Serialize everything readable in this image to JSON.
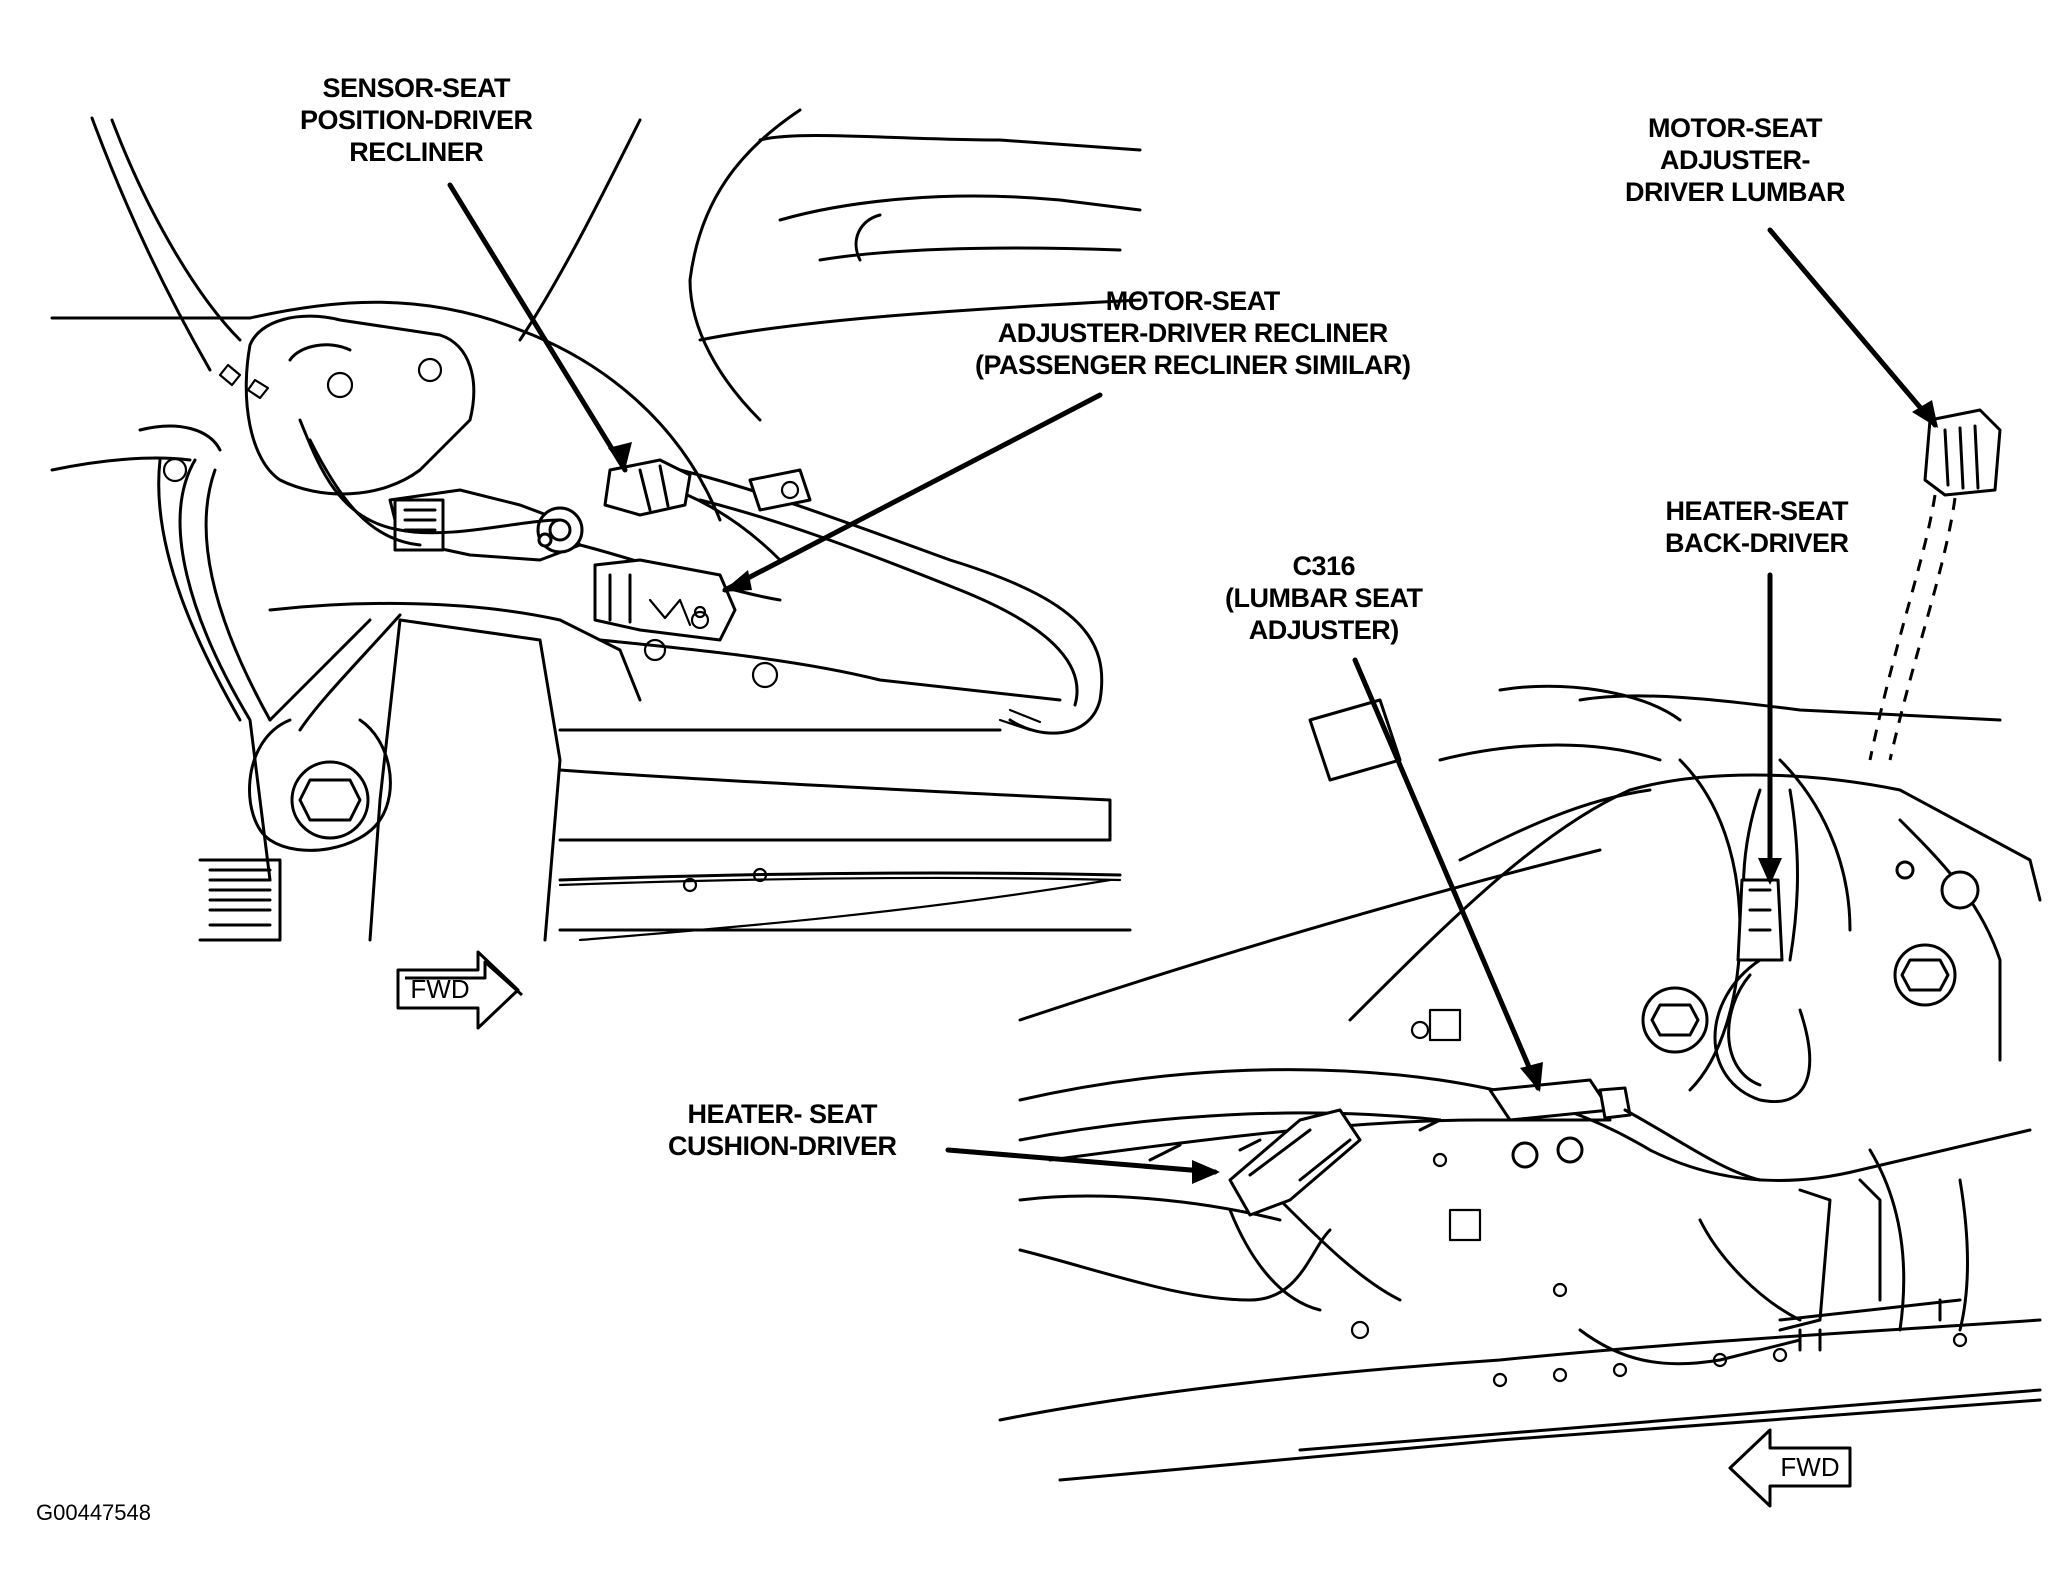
{
  "labels": {
    "sensor_seat_position": [
      "SENSOR-SEAT",
      "POSITION-DRIVER",
      "RECLINER"
    ],
    "motor_seat_recliner": [
      "MOTOR-SEAT",
      "ADJUSTER-DRIVER RECLINER",
      "(PASSENGER RECLINER SIMILAR)"
    ],
    "motor_seat_lumbar": [
      "MOTOR-SEAT",
      "ADJUSTER-",
      "DRIVER LUMBAR"
    ],
    "heater_seat_back": [
      "HEATER-SEAT",
      "BACK-DRIVER"
    ],
    "c316": [
      "C316",
      "(LUMBAR SEAT",
      "ADJUSTER)"
    ],
    "heater_seat_cushion": [
      "HEATER- SEAT",
      "CUSHION-DRIVER"
    ]
  },
  "fwd_left": "FWD",
  "fwd_right": "FWD",
  "figure_id": "G00447548"
}
